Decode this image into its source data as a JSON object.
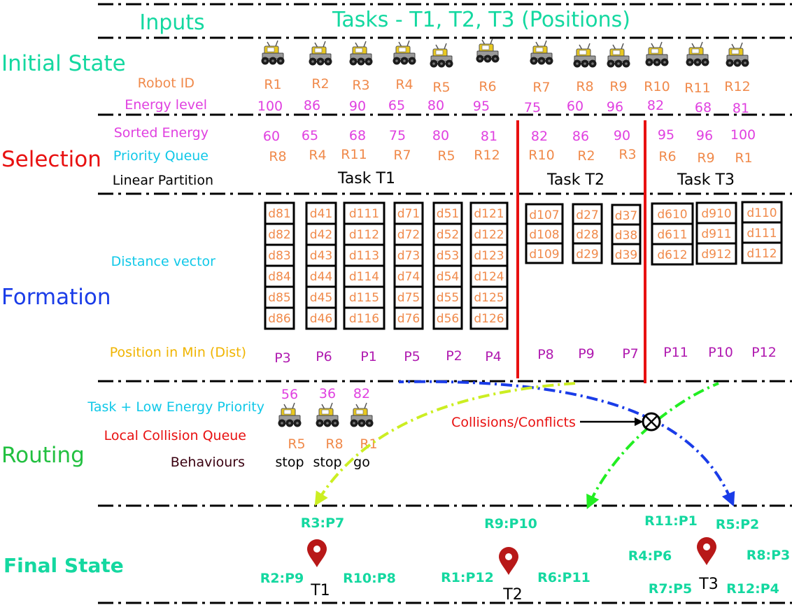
{
  "header": {
    "inputs": "Inputs",
    "tasks": "Tasks - T1, T2, T3 (Positions)"
  },
  "sections": {
    "initial_state": "Initial State",
    "selection": "Selection",
    "formation": "Formation",
    "routing": "Routing",
    "final_state": "Final State"
  },
  "row_labels": {
    "robot_id": "Robot ID",
    "energy_level": "Energy level",
    "sorted_energy": "Sorted Energy",
    "priority_queue": "Priority Queue",
    "linear_partition": "Linear Partition",
    "distance_vector": "Distance vector",
    "position_min": "Position in Min (Dist)",
    "task_low_energy": "Task + Low Energy Priority",
    "local_collision": "Local Collision Queue",
    "behaviours": "Behaviours"
  },
  "initial_state": {
    "robot_ids": [
      "R1",
      "R2",
      "R3",
      "R4",
      "R5",
      "R6",
      "R7",
      "R8",
      "R9",
      "R10",
      "R11",
      "R12"
    ],
    "energy_levels": [
      "100",
      "86",
      "90",
      "65",
      "80",
      "95",
      "75",
      "60",
      "96",
      "82",
      "68",
      "81"
    ]
  },
  "selection": {
    "sorted_energy": [
      "60",
      "65",
      "68",
      "75",
      "80",
      "81",
      "82",
      "86",
      "90",
      "95",
      "96",
      "100"
    ],
    "priority_queue": [
      "R8",
      "R4",
      "R11",
      "R7",
      "R5",
      "R12",
      "R10",
      "R2",
      "R3",
      "R6",
      "R9",
      "R1"
    ],
    "task_partitions": [
      "Task T1",
      "Task T2",
      "Task T3"
    ]
  },
  "formation": {
    "distance_vectors": [
      [
        "d81",
        "d82",
        "d83",
        "d84",
        "d85",
        "d86"
      ],
      [
        "d41",
        "d42",
        "d43",
        "d44",
        "d45",
        "d46"
      ],
      [
        "d111",
        "d112",
        "d113",
        "d114",
        "d115",
        "d116"
      ],
      [
        "d71",
        "d72",
        "d73",
        "d74",
        "d75",
        "d76"
      ],
      [
        "d51",
        "d52",
        "d53",
        "d54",
        "d55",
        "d56"
      ],
      [
        "d121",
        "d122",
        "d123",
        "d124",
        "d125",
        "d126"
      ],
      [
        "d107",
        "d108",
        "d109"
      ],
      [
        "d27",
        "d28",
        "d29"
      ],
      [
        "d37",
        "d38",
        "d39"
      ],
      [
        "d610",
        "d611",
        "d612"
      ],
      [
        "d910",
        "d911",
        "d912"
      ],
      [
        "d110",
        "d111",
        "d112"
      ]
    ],
    "positions": [
      "P3",
      "P6",
      "P1",
      "P5",
      "P2",
      "P4",
      "P8",
      "P9",
      "P7",
      "P11",
      "P10",
      "P12"
    ]
  },
  "routing": {
    "energies": [
      "56",
      "36",
      "82"
    ],
    "robots": [
      "R5",
      "R8",
      "R1"
    ],
    "behaviours": [
      "stop",
      "stop",
      "go"
    ],
    "collision_label": "Collisions/Conflicts"
  },
  "final_state": {
    "t1": {
      "task": "T1",
      "assignments": [
        "R3:P7",
        "R2:P9",
        "R10:P8"
      ]
    },
    "t2": {
      "task": "T2",
      "assignments": [
        "R9:P10",
        "R1:P12",
        "R6:P11"
      ]
    },
    "t3": {
      "task": "T3",
      "assignments": [
        "R11:P1",
        "R5:P2",
        "R4:P6",
        "R8:P3",
        "R7:P5",
        "R12:P4"
      ]
    }
  },
  "colors": {
    "teal": "#14d8a0",
    "orange": "#f08a4b",
    "magenta": "#e040e0",
    "cyan": "#10c8e8",
    "red": "#e81010",
    "blue": "#1a3ce8",
    "green": "#22c040",
    "gold": "#f0b400",
    "purple": "#b01ab0",
    "lime": "#ccee22",
    "bright_green": "#22ee22",
    "dark_red": "#b81818"
  },
  "icons": {
    "robot": "robot-rover-icon",
    "pin": "map-pin-icon",
    "collision": "circled-times-icon"
  }
}
